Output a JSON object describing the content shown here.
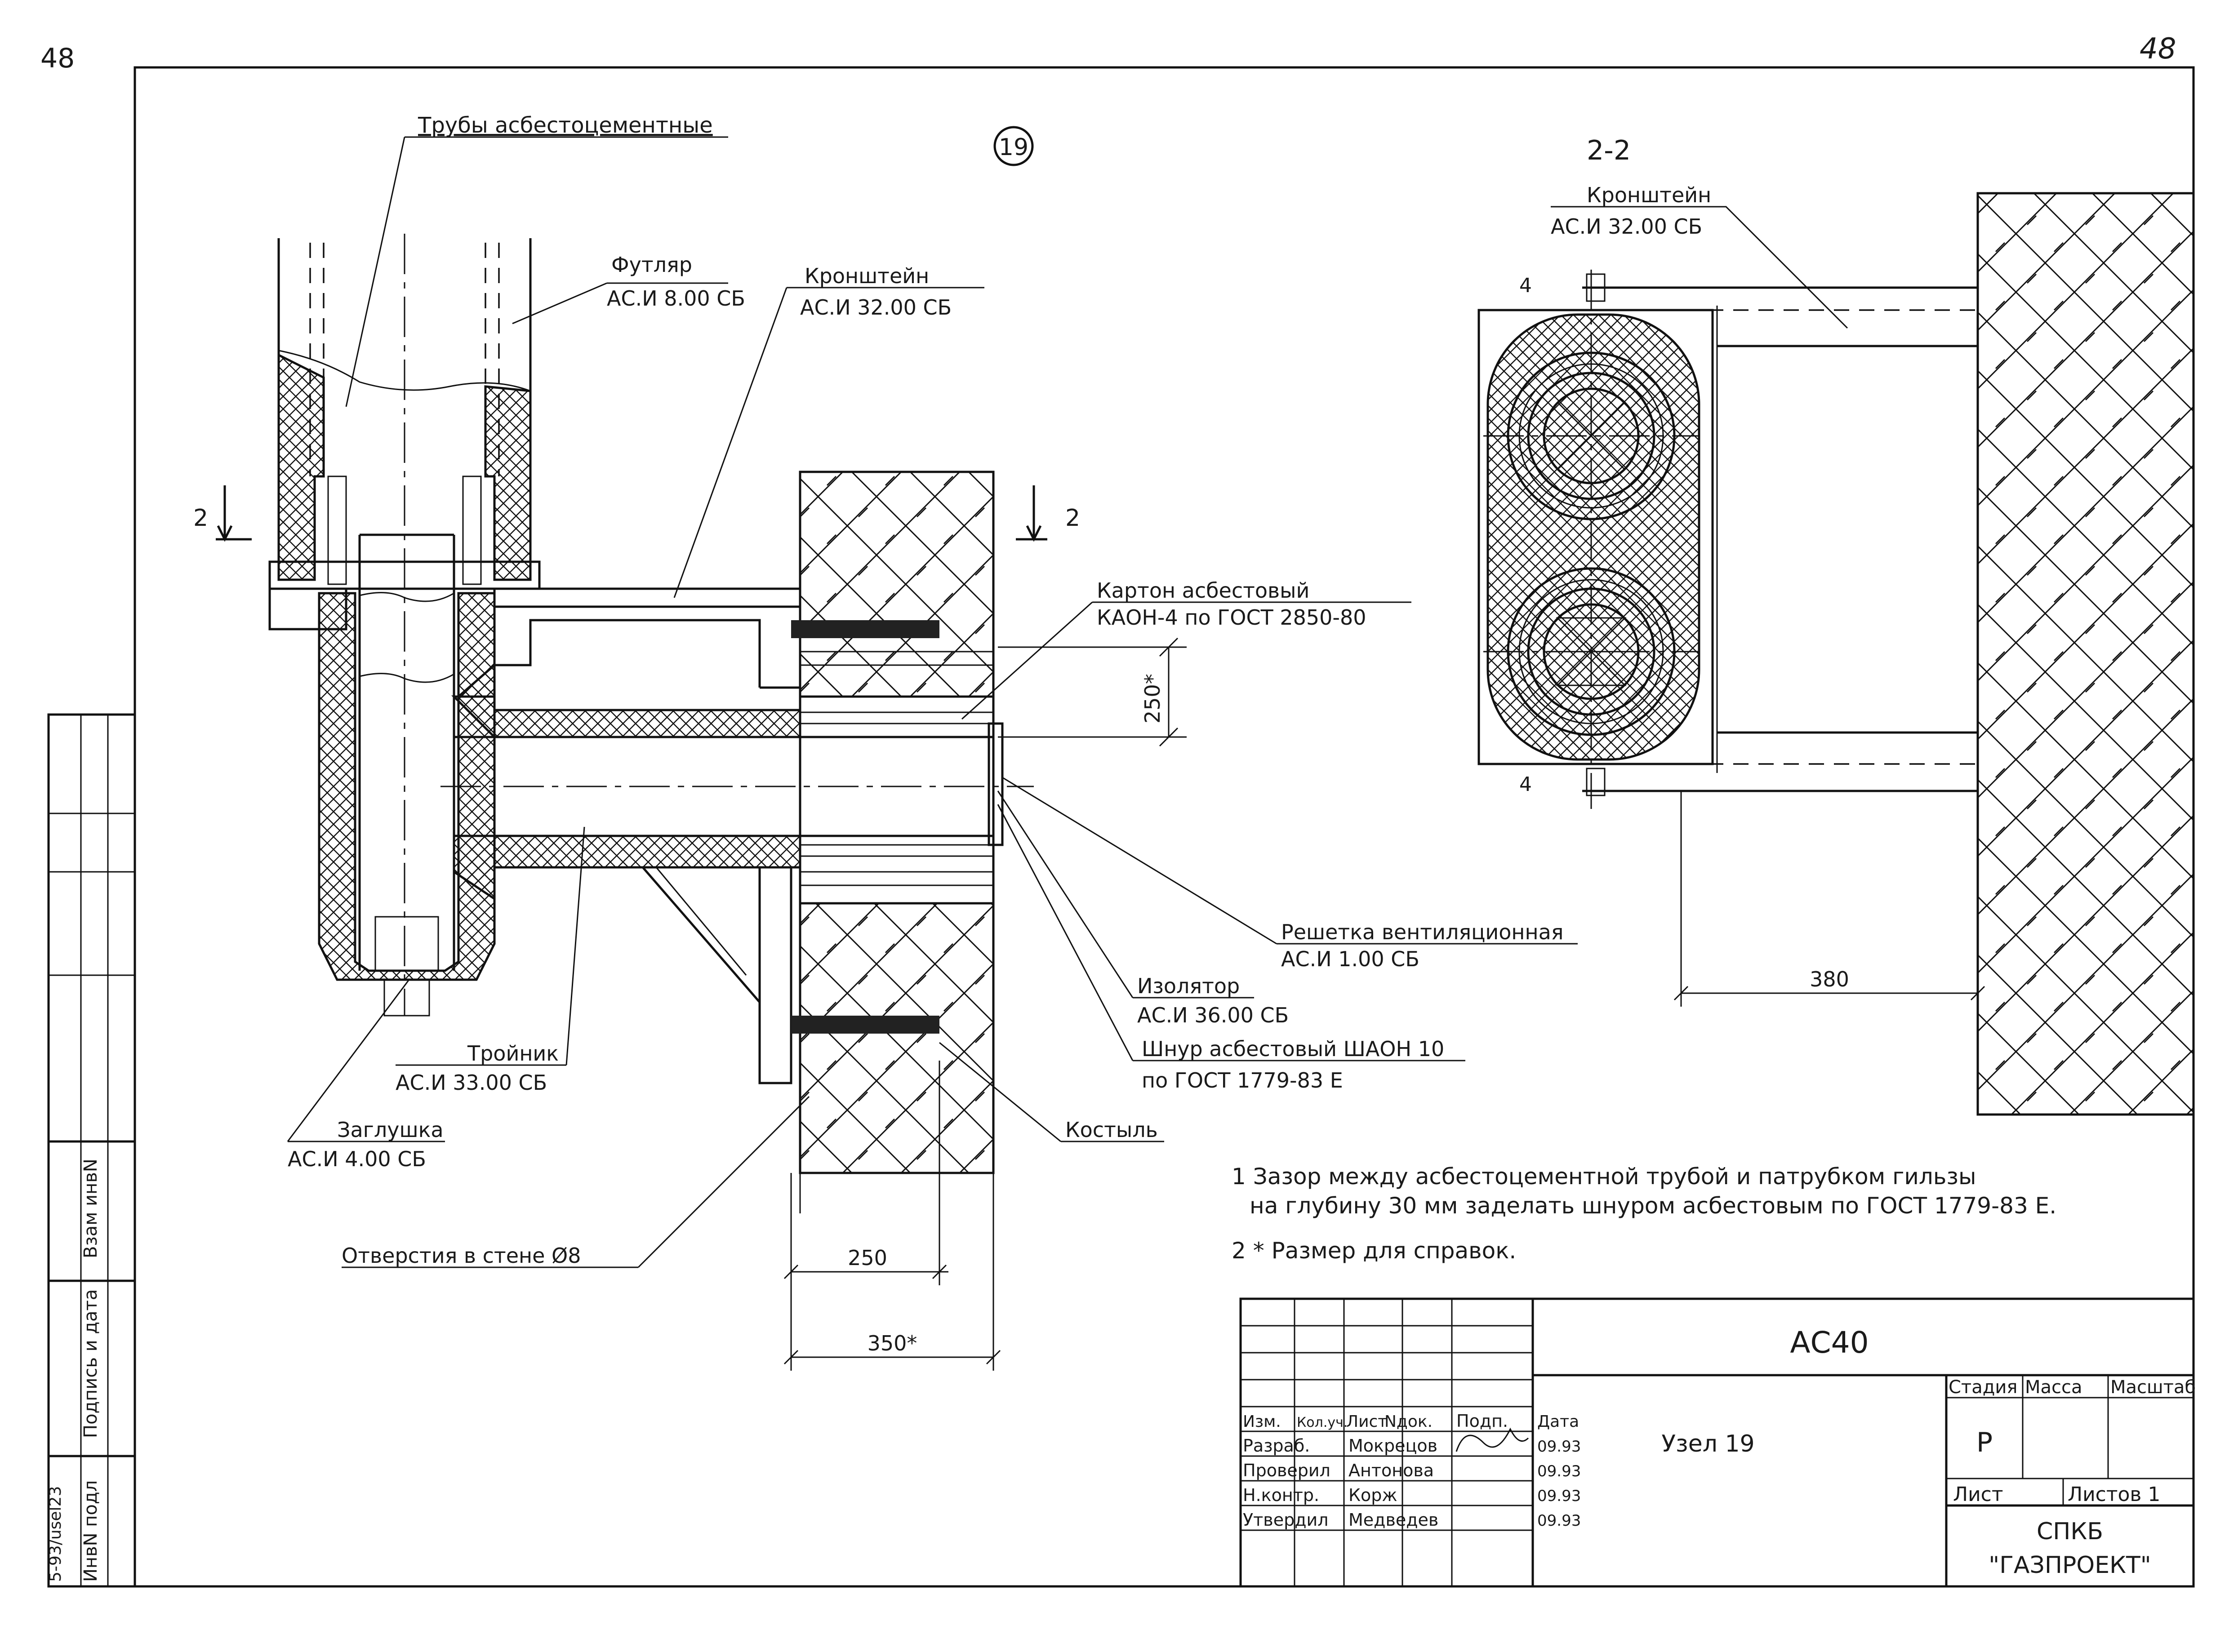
{
  "page": {
    "page_number_left": "48",
    "page_number_right": "48",
    "detail_number": "19",
    "section_label": "2-2",
    "section_marker": "2"
  },
  "callouts": {
    "pipes": "Трубы асбестоцементные",
    "case_name": "Футляр",
    "case_ref": "АС.И 8.00 СБ",
    "bracket_name": "Кронштейн",
    "bracket_ref": "АС.И 32.00 СБ",
    "cardboard_name": "Картон асбестовый",
    "cardboard_ref": "КАОН-4 по ГОСТ 2850-80",
    "grille_name": "Решетка вентиляционная",
    "grille_ref": "АС.И 1.00 СБ",
    "insulator_name": "Изолятор",
    "insulator_ref": "АС.И 36.00 СБ",
    "cord_name": "Шнур асбестовый ШАОН 10",
    "cord_ref": "по ГОСТ 1779-83 Е",
    "spike": "Костыль",
    "tee_name": "Тройник",
    "tee_ref": "АС.И 33.00 СБ",
    "plug_name": "Заглушка",
    "plug_ref": "АС.И 4.00 СБ",
    "holes": "Отверстия в стене Ø8",
    "section_bracket_name": "Кронштейн",
    "section_bracket_ref": "АС.И 32.00 СБ",
    "section_four_top": "4",
    "section_four_bottom": "4"
  },
  "dimensions": {
    "d250_vertical": "250*",
    "d250": "250",
    "d350": "350*",
    "d380": "380"
  },
  "notes": [
    "1 Зазор между асбестоцементной трубой и патрубком гильзы",
    "на глубину 30 мм заделать шнуром асбестовым по ГОСТ 1779-83 Е.",
    "2 * Размер для справок."
  ],
  "side_stamp": {
    "vzam": "Взам инвN",
    "podpis": "Подпись и дата",
    "inv": "ИнвN подл",
    "code": "5-93/usel23"
  },
  "title_block": {
    "code": "АС40",
    "title": "Узел 19",
    "stage_h": "Стадия",
    "mass_h": "Масса",
    "scale_h": "Масштаб",
    "stage": "Р",
    "sheet_h": "Лист",
    "sheets_h": "Листов 1",
    "org1": "СПКБ",
    "org2": "\"ГАЗПРОЕКТ\"",
    "headers": [
      "Изм.",
      "Кол.уч.",
      "Лист",
      "Nдок.",
      "Подп.",
      "Дата"
    ],
    "rows": [
      {
        "role": "Разраб.",
        "name": "Мокрецов",
        "date": "09.93"
      },
      {
        "role": "Проверил",
        "name": "Антонова",
        "date": "09.93"
      },
      {
        "role": "Н.контр.",
        "name": "Корж",
        "date": "09.93"
      },
      {
        "role": "Утвердил",
        "name": "Медведев",
        "date": "09.93"
      }
    ]
  }
}
